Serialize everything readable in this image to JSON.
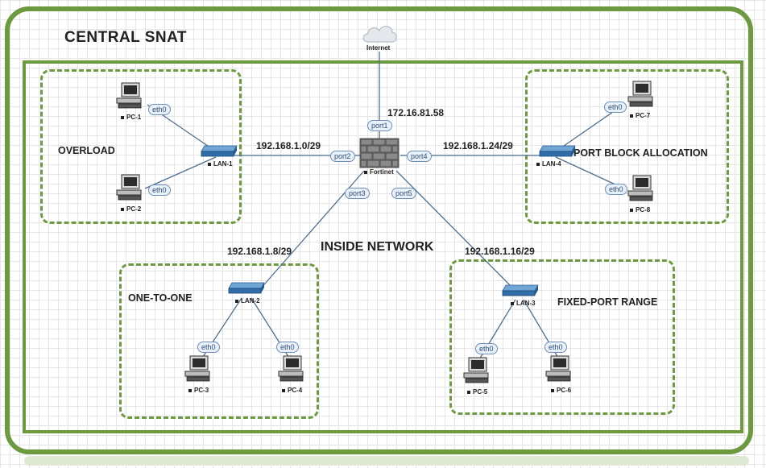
{
  "title": "CENTRAL SNAT",
  "inside_network": "INSIDE  NETWORK",
  "internet": {
    "label": "Internet",
    "ip": "172.16.81.58",
    "port": "port1"
  },
  "firewall": {
    "label": "Fortinet"
  },
  "zones": {
    "overload": "OVERLOAD",
    "port_block": "PORT BLOCK ALLOCATION",
    "one_to_one": "ONE-TO-ONE",
    "fixed_port": "FIXED-PORT RANGE"
  },
  "links": {
    "lan1": {
      "port": "port2",
      "subnet": "192.168.1.0/29"
    },
    "lan4": {
      "port": "port4",
      "subnet": "192.168.1.24/29"
    },
    "lan2": {
      "port": "port3",
      "subnet": "192.168.1.8/29"
    },
    "lan3": {
      "port": "port5",
      "subnet": "192.168.1.16/29"
    }
  },
  "switches": {
    "lan1": "LAN-1",
    "lan2": "LAN-2",
    "lan3": "LAN-3",
    "lan4": "LAN-4"
  },
  "iface": "eth0",
  "pcs": {
    "pc1": "PC-1",
    "pc2": "PC-2",
    "pc3": "PC-3",
    "pc4": "PC-4",
    "pc5": "PC-5",
    "pc6": "PC-6",
    "pc7": "PC-7",
    "pc8": "PC-8"
  }
}
